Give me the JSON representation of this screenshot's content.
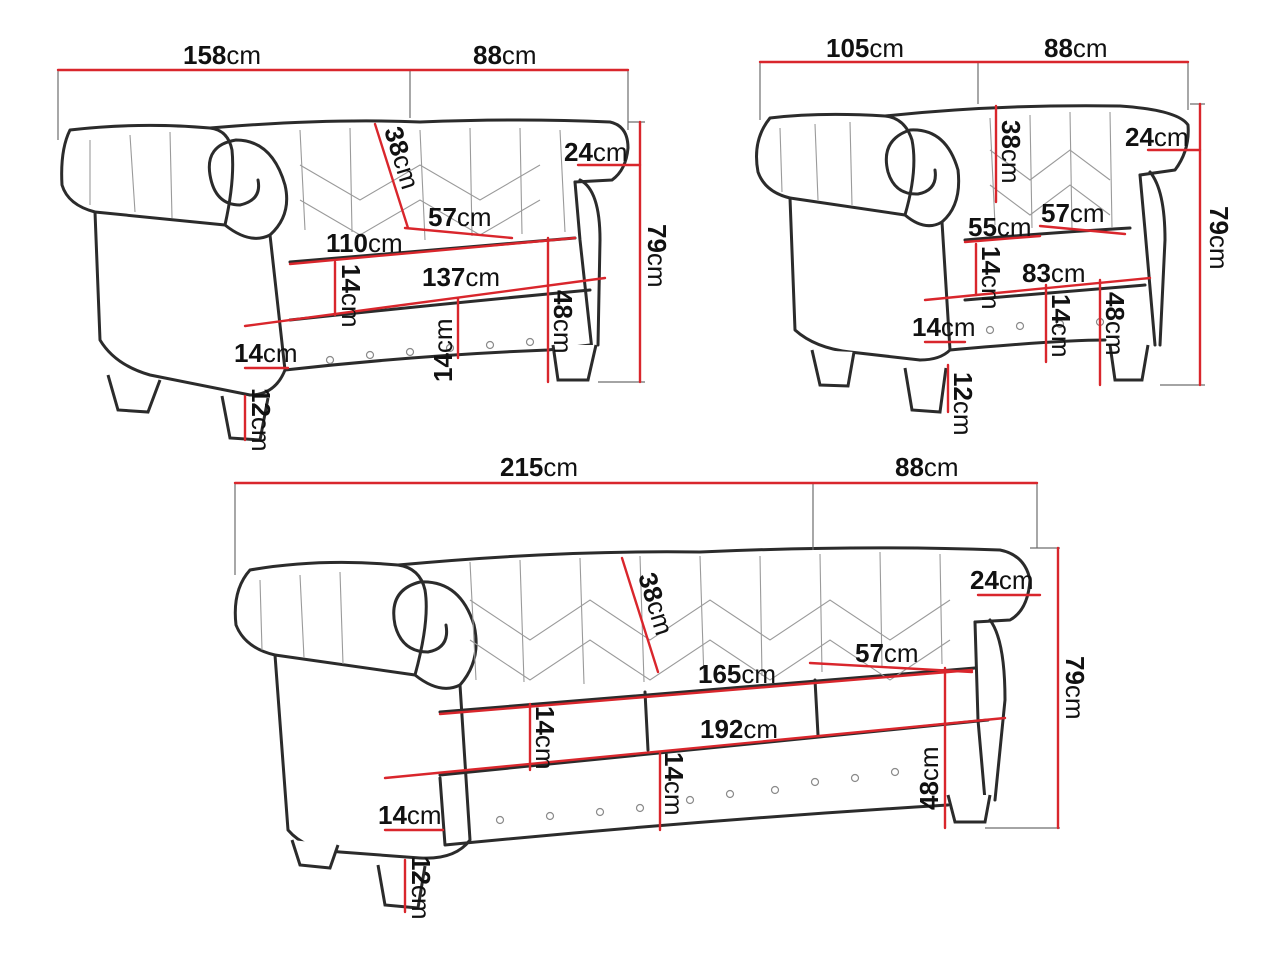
{
  "colors": {
    "dimension": "#d9262c",
    "outline": "#2b2b2b",
    "background": "#ffffff"
  },
  "unit": "cm",
  "sofa2": {
    "width": "158",
    "depth": "88",
    "backrest": "38",
    "arm": "24",
    "height": "79",
    "seat_depth": "57",
    "seat_width": "110",
    "cushion": "14",
    "inner_width": "137",
    "front_panel": "14",
    "base_front": "14",
    "seat_height": "48",
    "leg": "12"
  },
  "armchair": {
    "width": "105",
    "depth": "88",
    "backrest": "38",
    "arm": "24",
    "height": "79",
    "seat_width": "55",
    "seat_depth": "57",
    "cushion": "14",
    "inner_width": "83",
    "base_front": "14",
    "front_panel": "14",
    "seat_height": "48",
    "leg": "12"
  },
  "sofa3": {
    "width": "215",
    "depth": "88",
    "backrest": "38",
    "arm": "24",
    "seat_width": "165",
    "seat_depth": "57",
    "inner_width": "192",
    "height": "79",
    "cushion": "14",
    "front_panel": "14",
    "seat_height": "48",
    "base_front": "14",
    "leg": "12"
  }
}
